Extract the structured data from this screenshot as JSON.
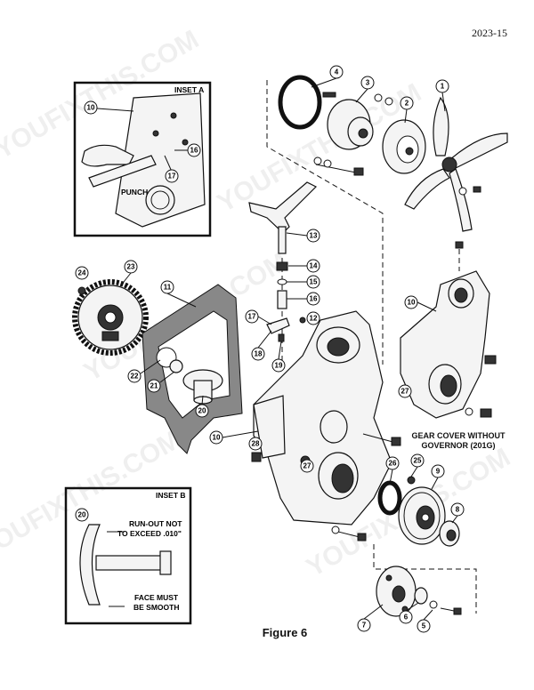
{
  "page_number": "2023-15",
  "figure_title": "Figure 6",
  "gear_cover_caption": [
    "GEAR COVER WITHOUT",
    "GOVERNOR (201G)"
  ],
  "inset_a": {
    "title": "INSET A",
    "punch_label": "PUNCH",
    "callouts": [
      "10",
      "16",
      "17"
    ]
  },
  "inset_b": {
    "title": "INSET B",
    "callout": "20",
    "runout_line1": "RUN-OUT NOT",
    "runout_line2": "TO EXCEED .010\"",
    "face_line1": "FACE MUST",
    "face_line2": "BE SMOOTH"
  },
  "callouts": {
    "c1": "1",
    "c2": "2",
    "c3": "3",
    "c4": "4",
    "c5": "5",
    "c6": "6",
    "c7": "7",
    "c8": "8",
    "c9": "9",
    "c10a": "10",
    "c10b": "10",
    "c11": "11",
    "c12": "12",
    "c13": "13",
    "c14": "14",
    "c15": "15",
    "c16": "16",
    "c17": "17",
    "c18": "18",
    "c19": "19",
    "c20": "20",
    "c21": "21",
    "c22": "22",
    "c23": "23",
    "c24": "24",
    "c25": "25",
    "c26": "26",
    "c27a": "27",
    "c27b": "27",
    "c28": "28"
  },
  "watermark_text": "YOUFIXTHIS.COM"
}
